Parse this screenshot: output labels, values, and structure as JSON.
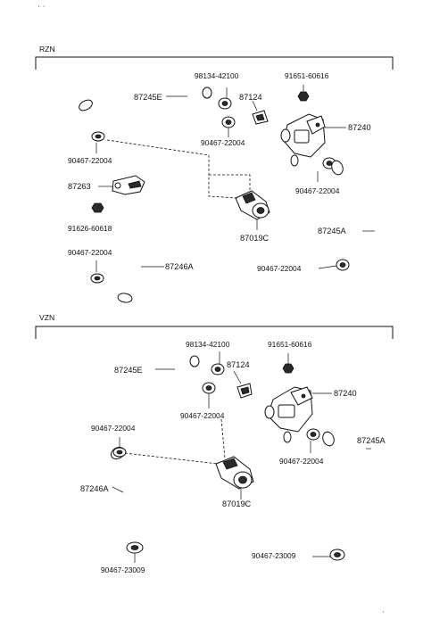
{
  "sections": [
    {
      "id": "rzn",
      "title": "RZN",
      "labels": {
        "p98134": "98134-42100",
        "p91651": "91651-60616",
        "p87245e": "87245E",
        "p87124": "87124",
        "p87240": "87240",
        "p90467_clip_a": "90467-22004",
        "p90467_clip_b": "90467-22004",
        "p90467_clip_c": "90467-22004",
        "p87263": "87263",
        "p91626": "91626-60618",
        "p90467_clip_d": "90467-22004",
        "p87019c": "87019C",
        "p87245a": "87245A",
        "p90467_clip_e": "90467-22004",
        "p87246a": "87246A"
      }
    },
    {
      "id": "vzn",
      "title": "VZN",
      "labels": {
        "p98134": "98134-42100",
        "p91651": "91651-60616",
        "p87245e": "87245E",
        "p87124": "87124",
        "p87240": "87240",
        "p90467_clip_a": "90467-22004",
        "p90467_clip_b": "90467-22004",
        "p87245a": "87245A",
        "p90467_clip_c": "90467-22004",
        "p87246a": "87246A",
        "p87019c": "87019C",
        "p90467_23009_a": "90467-23009",
        "p90467_23009_b": "90467-23009"
      }
    }
  ],
  "icons": {
    "top_mark": "small-mark-glyph"
  }
}
